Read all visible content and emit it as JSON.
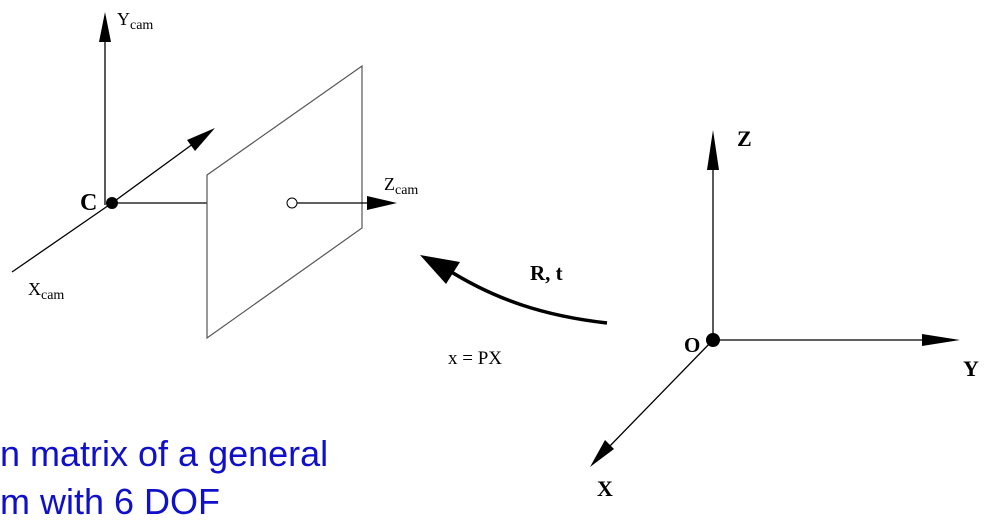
{
  "camera_frame": {
    "y_axis": {
      "base": "Y",
      "sub": "cam"
    },
    "x_axis": {
      "base": "X",
      "sub": "cam"
    },
    "z_axis": {
      "base": "Z",
      "sub": "cam"
    },
    "center_label": "C"
  },
  "world_frame": {
    "z_label": "Z",
    "y_label": "Y",
    "x_label": "X",
    "origin_label": "O"
  },
  "transform_label": "R, t",
  "projection_equation": "x = PX",
  "caption": {
    "line1": "n matrix of a general",
    "line2": "m with 6 DOF"
  },
  "colors": {
    "caption": "#1010c8",
    "line": "#000000"
  }
}
